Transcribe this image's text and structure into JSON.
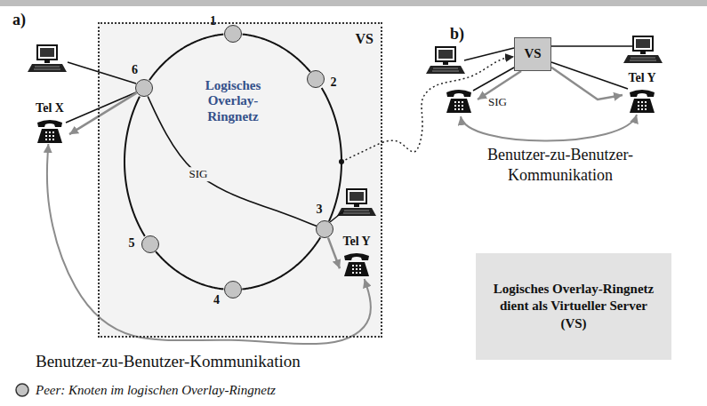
{
  "diagram": {
    "nodes": [
      {
        "text": [
          "VS"
        ]
      },
      {
        "text": [
          "1"
        ],
        "in": 0
      },
      {
        "text": [
          "2"
        ],
        "in": 0
      },
      {
        "text": [
          "3"
        ],
        "in": 0
      },
      {
        "text": [
          "4"
        ],
        "in": 0
      },
      {
        "text": [
          "5"
        ],
        "in": 0
      },
      {
        "text": [
          "6"
        ],
        "in": 0
      },
      {
        "text": [
          "Tel X"
        ]
      },
      {
        "text": [
          "Tel Y"
        ],
        "in": 0
      },
      {
        "text": [
          "VS"
        ]
      },
      {
        "text": [
          "Tel Y"
        ]
      },
      {
        "text": [
          "Logisches Overlay-Ringnetz dient als Virtueller Server (VS)"
        ]
      }
    ],
    "edges": [
      {
        "from": 1,
        "to": 2,
        "arrow": "none"
      },
      {
        "from": 2,
        "to": 3,
        "arrow": "none"
      },
      {
        "from": 3,
        "to": 4,
        "arrow": "none"
      },
      {
        "from": 4,
        "to": 5,
        "arrow": "none"
      },
      {
        "from": 5,
        "to": 6,
        "arrow": "none"
      },
      {
        "from": 6,
        "to": 1,
        "arrow": "none"
      },
      {
        "from": 6,
        "to": 3,
        "label": "SIG",
        "arrow": "none"
      },
      {
        "from": 6,
        "to": 7,
        "arrow": "to"
      },
      {
        "from": 3,
        "to": 8,
        "arrow": "to"
      },
      {
        "from": 7,
        "to": 8,
        "arrow": "both"
      },
      {
        "from": 0,
        "to": 9,
        "arrow": "to"
      },
      {
        "from": 9,
        "to": 10,
        "arrow": "to"
      }
    ],
    "labels": [
      "a)",
      "Logisches Overlay-Ringnetz",
      "Benutzer-zu-Benutzer-Kommunikation",
      "b)",
      "SIG",
      "Benutzer-zu-Benutzer-Kommunikation"
    ],
    "legend": [
      {
        "text": "Peer: Knoten im logischen Overlay-Ringnetz"
      }
    ]
  }
}
